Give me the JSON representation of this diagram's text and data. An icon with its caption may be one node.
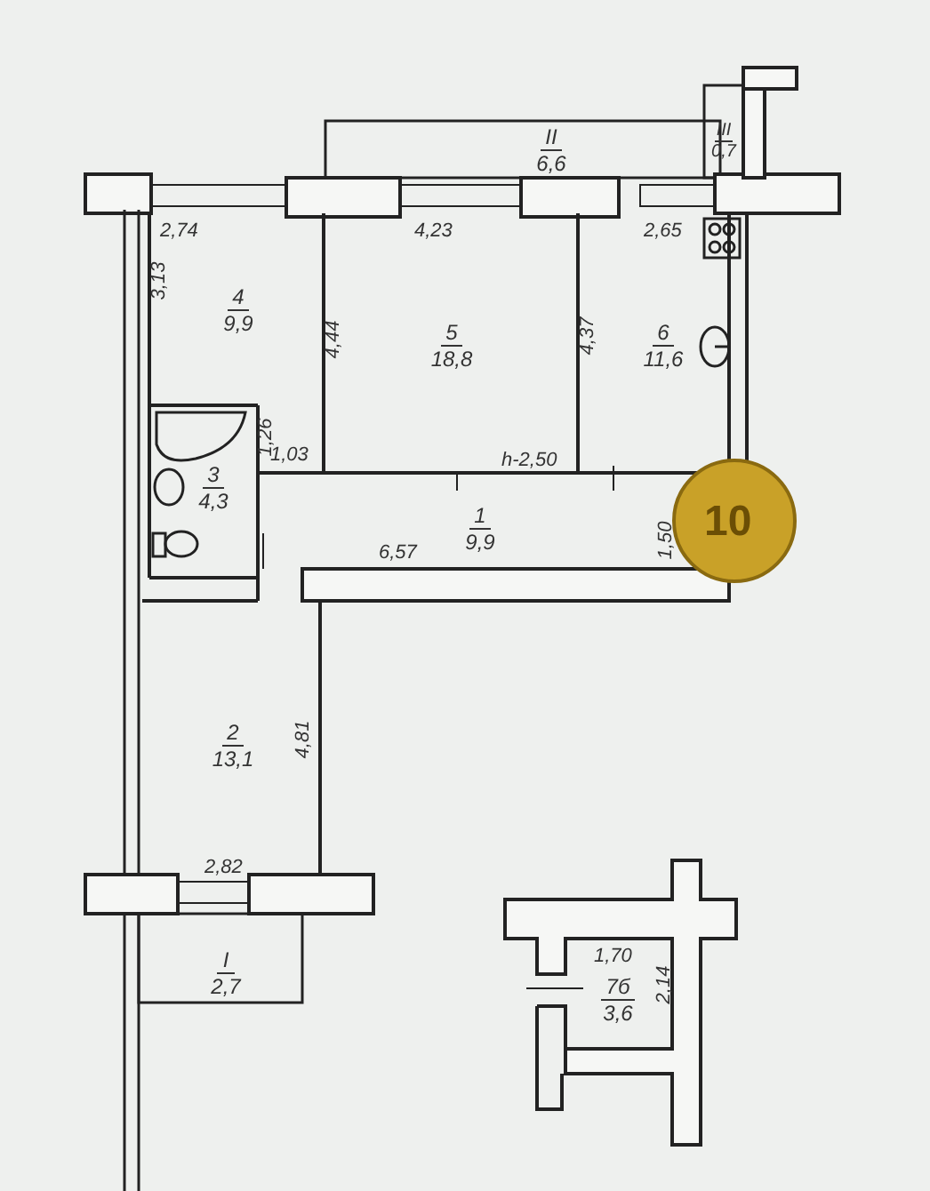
{
  "diagram": {
    "nodes": [
      {
        "text": [
          "II",
          "6,6"
        ]
      },
      {
        "text": [
          "III",
          "0,7"
        ]
      },
      {
        "text": [
          "4",
          "9,9"
        ]
      },
      {
        "text": [
          "5",
          "18,8"
        ]
      },
      {
        "text": [
          "6",
          "11,6"
        ]
      },
      {
        "text": [
          "3",
          "4,3"
        ]
      },
      {
        "text": [
          "1",
          "9,9"
        ]
      },
      {
        "text": [
          "2",
          "13,1"
        ]
      },
      {
        "text": [
          "I",
          "2,7"
        ]
      },
      {
        "text": [
          "7б",
          "3,6"
        ]
      }
    ],
    "labels": [
      "2,74",
      "4,23",
      "2,65",
      "3,13",
      "4,44",
      "4,37",
      "1,26",
      "1,03",
      "h-2,50",
      "6,57",
      "1,50",
      "10",
      "4,81",
      "2,82",
      "1,70",
      "2,14"
    ]
  }
}
